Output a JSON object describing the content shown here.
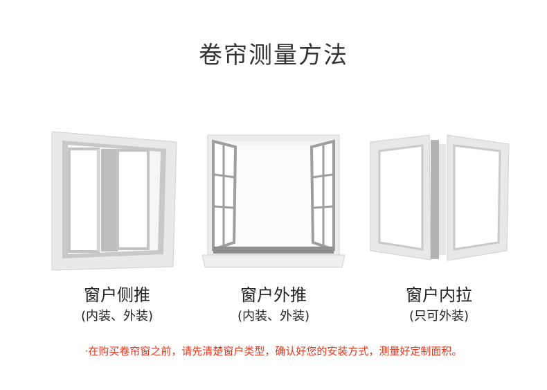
{
  "title": "卷帘测量方法",
  "windows": [
    {
      "label": "窗户侧推",
      "sub": "(内装、外装)"
    },
    {
      "label": "窗户外推",
      "sub": "(内装、外装)"
    },
    {
      "label": "窗户内拉",
      "sub": "(只可外装)"
    }
  ],
  "notice": "·在购买卷帘窗之前，请先清楚窗户类型，确认好您的安装方式，测量好定制面积。",
  "colors": {
    "notice": "#e0361d",
    "frame": "#eaeaea",
    "sash": "#bdbdbd"
  }
}
